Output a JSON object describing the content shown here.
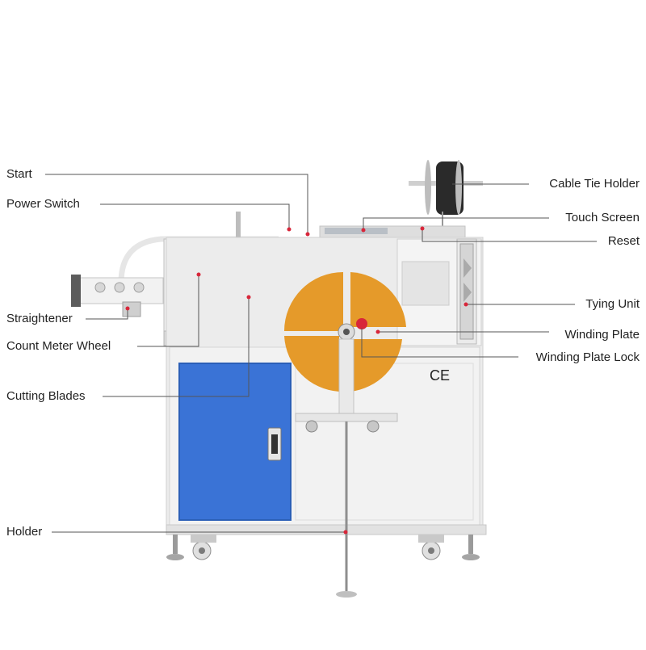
{
  "diagram": {
    "labels": {
      "start": "Start",
      "power_switch": "Power Switch",
      "straightener": "Straightener",
      "count_meter_wheel": "Count Meter Wheel",
      "cutting_blades": "Cutting Blades",
      "holder": "Holder",
      "cable_tie_holder": "Cable Tie Holder",
      "touch_screen": "Touch Screen",
      "reset": "Reset",
      "tying_unit": "Tying Unit",
      "winding_plate": "Winding Plate",
      "winding_plate_lock": "Winding Plate Lock"
    },
    "marks": {
      "ce": "CE"
    },
    "colors": {
      "machine_body": "#ececec",
      "machine_frame": "#d6d6d6",
      "door_blue": "#3a73d6",
      "winding_plate_orange": "#e59a2a",
      "leader_line": "#555555",
      "marker_dot": "#d8263a",
      "reel": "#1c1c1c"
    }
  }
}
